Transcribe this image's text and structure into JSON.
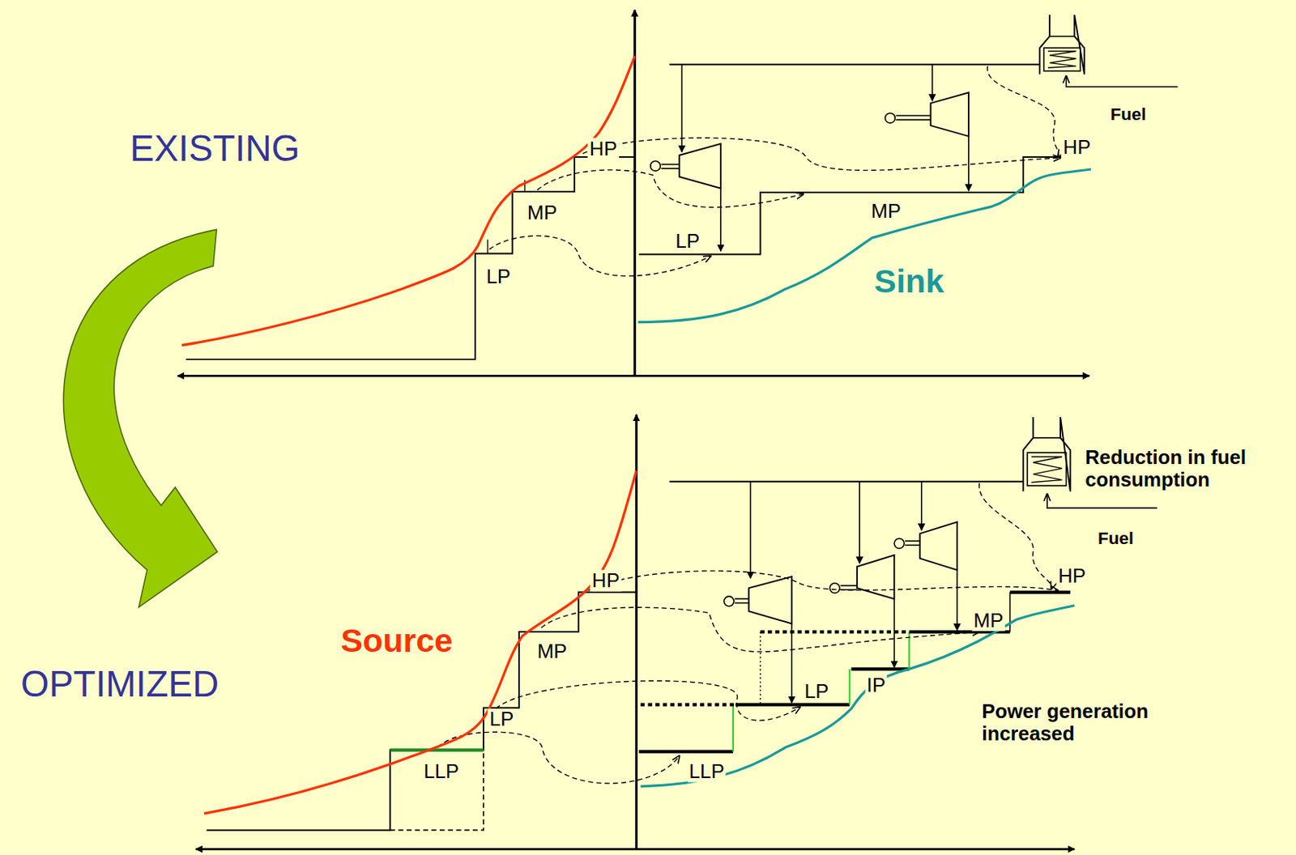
{
  "diagram": {
    "labels": [
      "EXISTING",
      "OPTIMIZED",
      "HP",
      "MP",
      "LP",
      "HP",
      "MP",
      "LP",
      "Sink",
      "Fuel",
      "Reduction in fuel consumption",
      "Fuel",
      "HP",
      "MP",
      "LP",
      "LLP",
      "Source",
      "HP",
      "MP",
      "IP",
      "LP",
      "LLP",
      "Power generation increased"
    ]
  }
}
